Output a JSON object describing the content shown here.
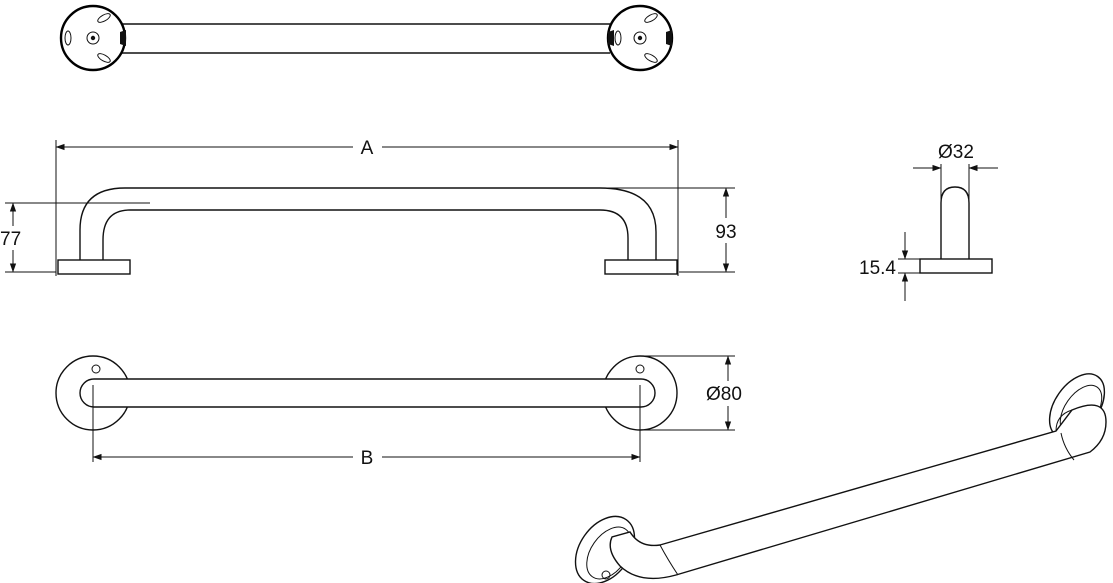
{
  "labels": {
    "dim_a": "A",
    "dim_b": "B",
    "dim_height": "93",
    "dim_center": "77",
    "dim_tube": "Ø32",
    "dim_flange": "15.4",
    "dim_rose": "Ø80"
  }
}
